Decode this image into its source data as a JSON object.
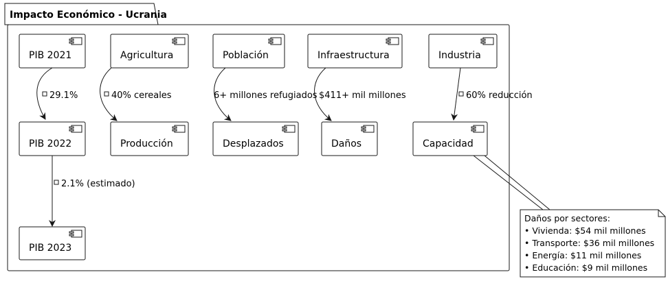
{
  "package": {
    "title": "Impacto Económico - Ucrania"
  },
  "nodes": {
    "pib2021": "PIB 2021",
    "agricultura": "Agricultura",
    "poblacion": "Población",
    "infraestructura": "Infraestructura",
    "industria": "Industria",
    "pib2022": "PIB 2022",
    "produccion": "Producción",
    "desplazados": "Desplazados",
    "danos": "Daños",
    "capacidad": "Capacidad",
    "pib2023": "PIB 2023"
  },
  "edges": {
    "pib2021_pib2022": "29.1%",
    "agricultura_produccion": "40% cereales",
    "poblacion_desplazados": "6+ millones refugiados",
    "infraestructura_danos": "$411+ mil millones",
    "industria_capacidad": "60% reducción",
    "pib2022_pib2023": "2.1% (estimado)"
  },
  "note": {
    "title": "Daños por sectores:",
    "items": [
      "• Vivienda: $54 mil millones",
      "• Transporte: $36 mil millones",
      "• Energía: $11 mil millones",
      "• Educación: $9 mil millones"
    ]
  }
}
